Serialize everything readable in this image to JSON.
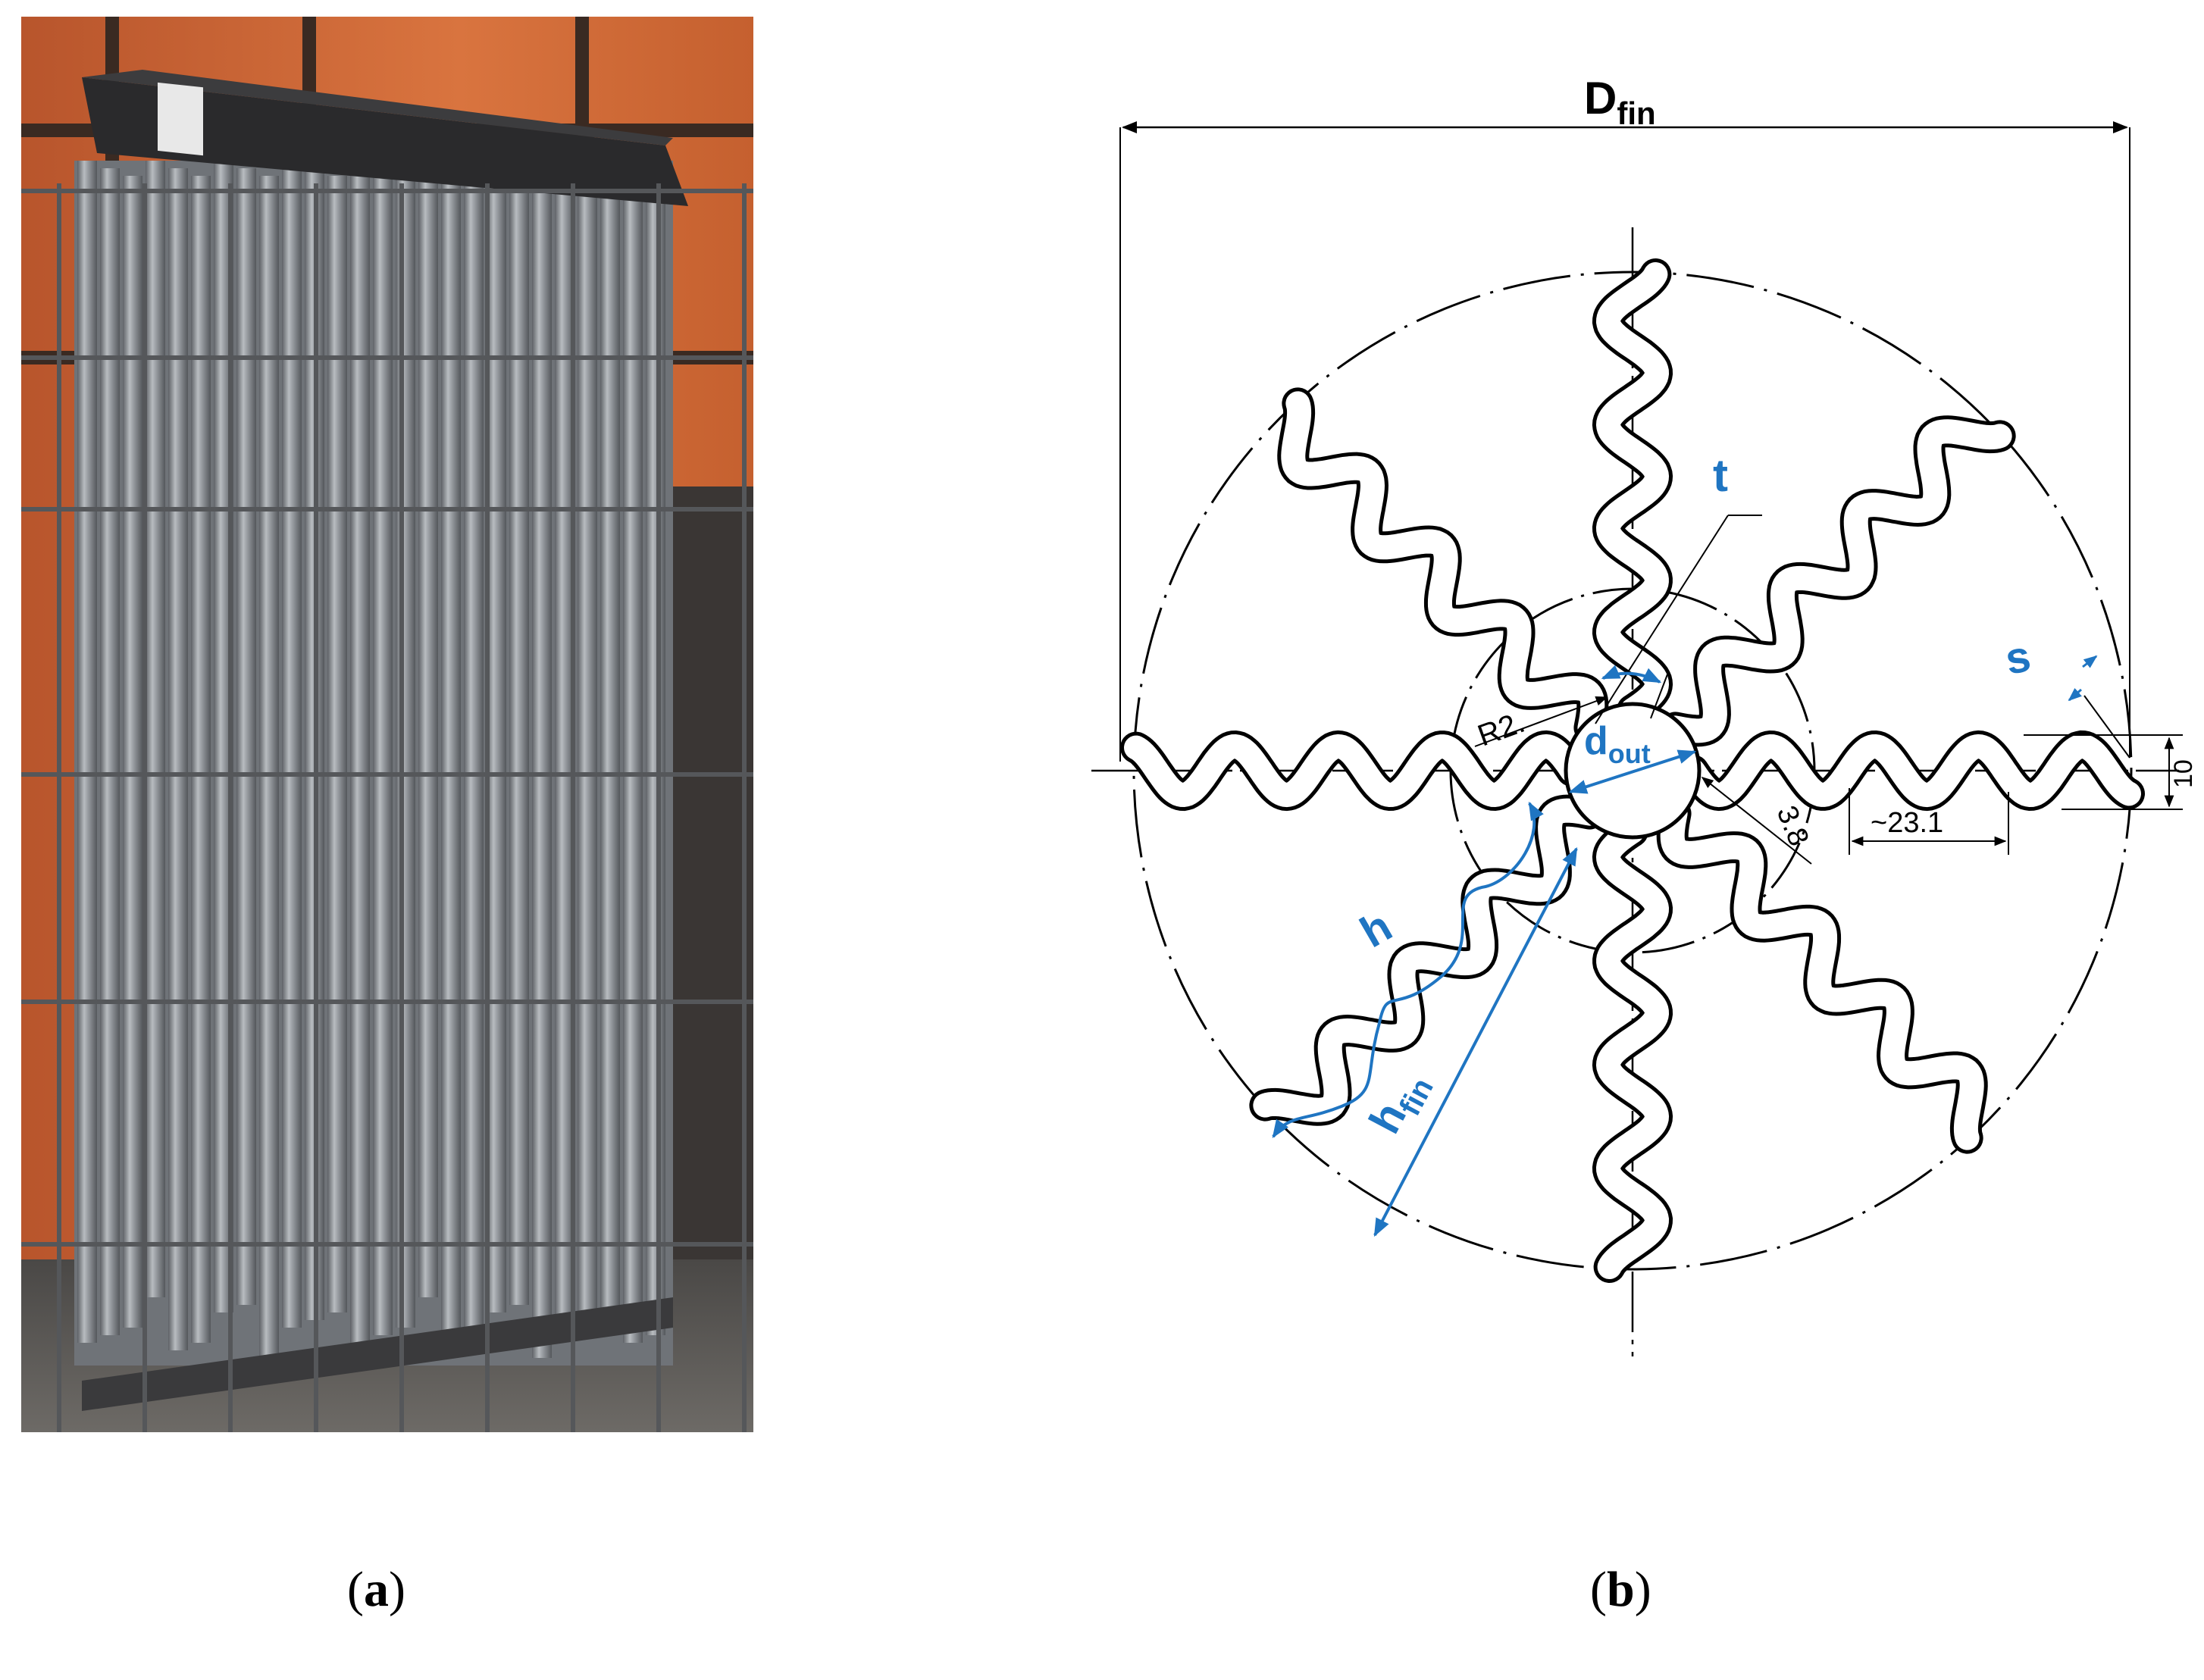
{
  "panel_a": {
    "caption_open": "(",
    "caption_letter": "a",
    "caption_close": ")",
    "colors": {
      "wall": "#c8653a",
      "frame": "#2a2a2c",
      "tube": "#8d9196",
      "fence": "#4d4f52"
    }
  },
  "panel_b": {
    "caption_open": "(",
    "caption_letter": "b",
    "caption_close": ")",
    "fin_count": 8,
    "labels": {
      "d_fin_main": "D",
      "d_fin_sub": "fin",
      "t": "t",
      "s": "s",
      "d_out_main": "d",
      "d_out_sub": "out",
      "h": "h",
      "h_fin_main": "h",
      "h_fin_sub": "fin",
      "r2": "R2.",
      "r38": "3.8",
      "dim_10": "10",
      "dim_231": "~23.1"
    },
    "colors": {
      "line": "#000000",
      "accent": "#1f75c2"
    }
  }
}
